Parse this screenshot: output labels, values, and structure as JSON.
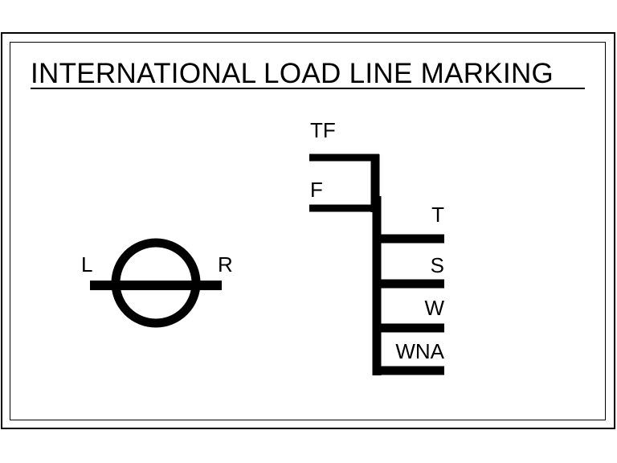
{
  "title": "INTERNATIONAL LOAD LINE MARKING",
  "deck_line": {
    "left_label": "L",
    "right_label": "R"
  },
  "load_lines": {
    "forward": [
      {
        "id": "tf",
        "label": "TF"
      },
      {
        "id": "f",
        "label": "F"
      }
    ],
    "aft": [
      {
        "id": "t",
        "label": "T"
      },
      {
        "id": "s",
        "label": "S"
      },
      {
        "id": "w",
        "label": "W"
      },
      {
        "id": "wna",
        "label": "WNA"
      }
    ]
  },
  "colors": {
    "ink": "#000000",
    "background": "#ffffff"
  }
}
